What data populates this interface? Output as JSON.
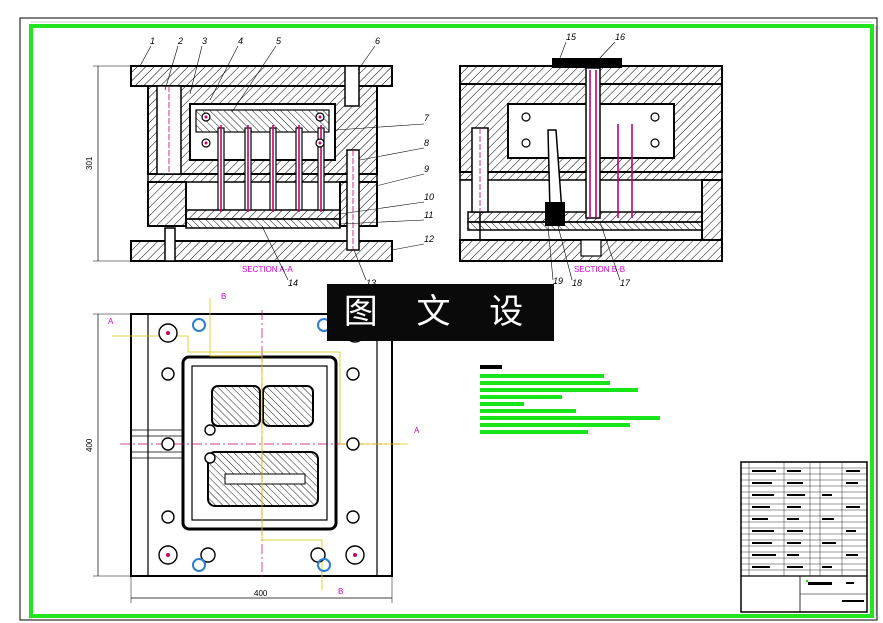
{
  "banner": {
    "text": "图 文 设 计"
  },
  "views": {
    "section_a": {
      "label": "SECTION A-A"
    },
    "section_b": {
      "label": "SECTION B-B"
    },
    "plan": {
      "marker_a": "A",
      "marker_b": "B"
    }
  },
  "balloons": [
    "1",
    "2",
    "3",
    "4",
    "5",
    "6",
    "7",
    "8",
    "9",
    "10",
    "11",
    "12",
    "13",
    "14",
    "15",
    "16",
    "17",
    "18",
    "19"
  ],
  "dimensions": {
    "height": "301",
    "width": "400",
    "depth": "400"
  },
  "colors": {
    "border": "#22e51f",
    "hatch": "#000000",
    "accent": "#c4006a",
    "note": "#18e41a",
    "annotation": "#d000d0"
  }
}
